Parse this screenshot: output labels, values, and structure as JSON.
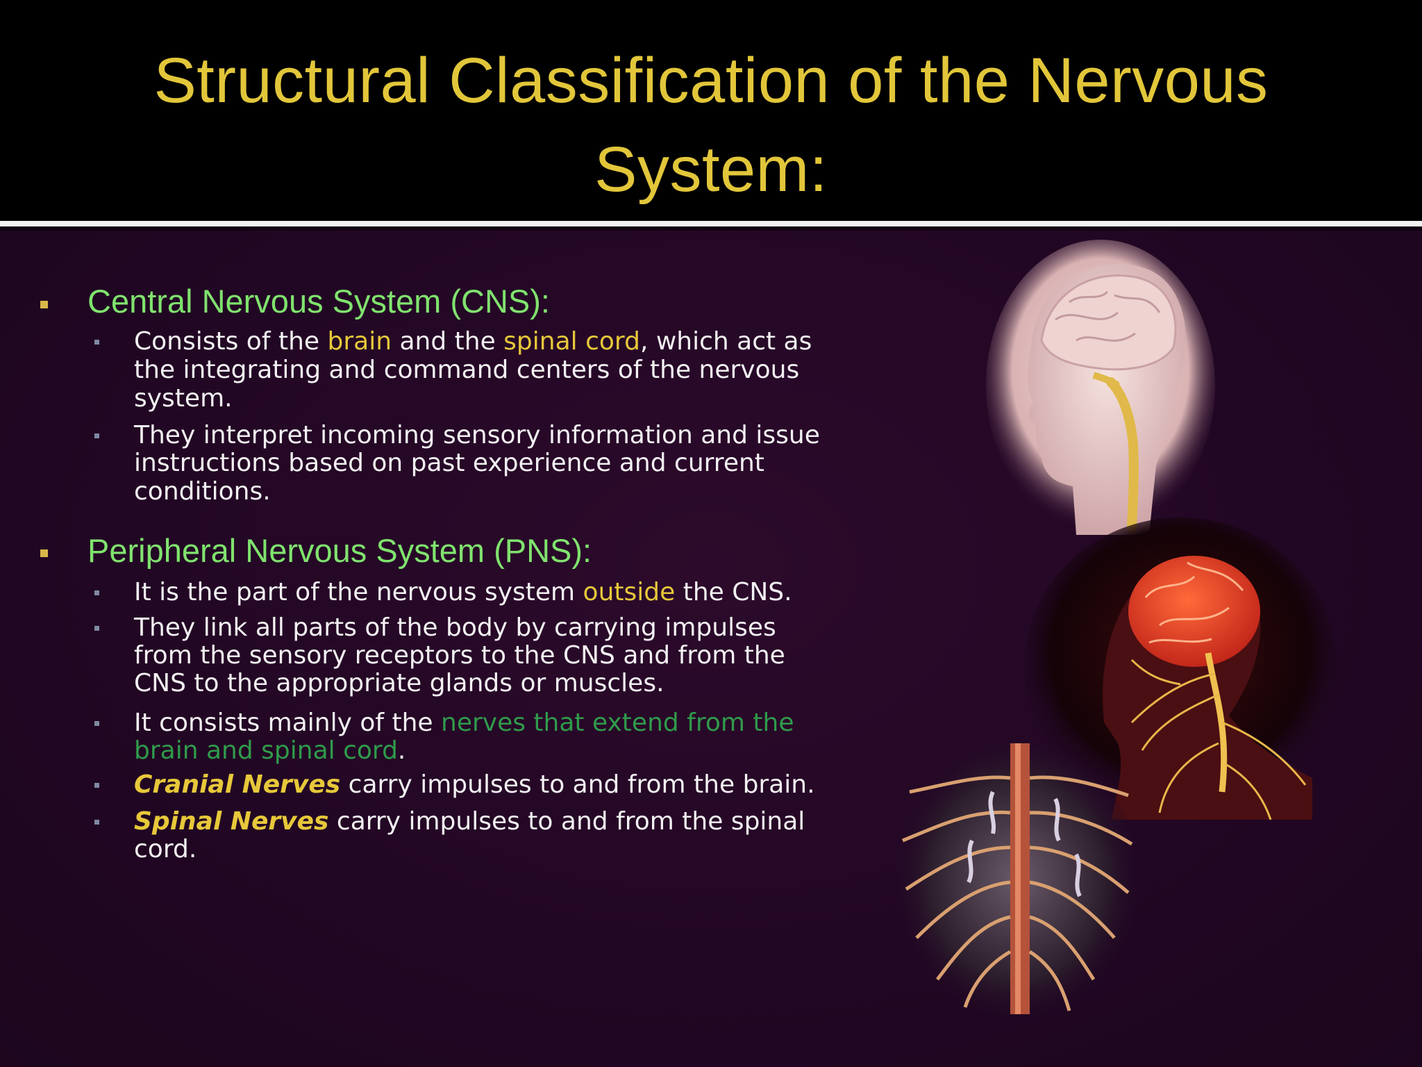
{
  "slide": {
    "title_line1": "Structural Classification of the Nervous",
    "title_line2": "System:"
  },
  "cns": {
    "heading": "Central Nervous System (CNS):",
    "items": [
      {
        "line1_a": "Consists of the ",
        "line1_brain": "brain",
        "line1_b": " and the ",
        "line1_spinal": "spinal cord",
        "line1_c": ", which act as",
        "line2": "the integrating and command centers of the nervous",
        "line3": "system."
      },
      {
        "line1": "They interpret incoming sensory information and issue",
        "line2": "instructions based on past experience and current",
        "line3": "conditions."
      }
    ]
  },
  "pns": {
    "heading": "Peripheral Nervous System (PNS):",
    "items": [
      {
        "line1_a": "It is the part of the nervous system ",
        "line1_outside": "outside",
        "line1_b": " the CNS."
      },
      {
        "line1": "They link all parts of the body by carrying impulses",
        "line2": "from the sensory receptors to the CNS and from the",
        "line3": "CNS to the appropriate glands or muscles."
      },
      {
        "line1_a": "It consists mainly of the ",
        "line1_green": "nerves that extend from the",
        "line2_green": "brain and spinal cord",
        "line2_b": "."
      },
      {
        "italic": "Cranial Nerves",
        "rest": " carry impulses to and from the brain."
      },
      {
        "italic": "Spinal Nerves",
        "rest": " carry impulses to and from the spinal",
        "line2": "cord."
      }
    ]
  },
  "illustrations": [
    "brain-head-image",
    "nervous-system-image",
    "spinal-cord-image"
  ]
}
